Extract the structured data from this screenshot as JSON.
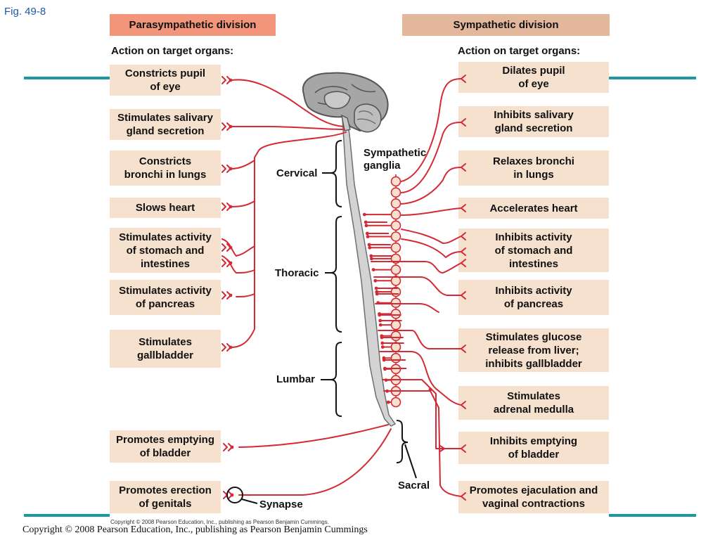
{
  "figure_label": "Fig. 49-8",
  "parasympathetic": {
    "header": "Parasympathetic division",
    "subheader": "Action on target organs:",
    "actions": [
      "Constricts pupil\nof eye",
      "Stimulates salivary\ngland secretion",
      "Constricts\nbronchi in lungs",
      "Slows heart",
      "Stimulates activity\nof stomach and\nintestines",
      "Stimulates activity\nof pancreas",
      "Stimulates\ngallbladder",
      "Promotes emptying\nof bladder",
      "Promotes erection\nof genitals"
    ]
  },
  "sympathetic": {
    "header": "Sympathetic division",
    "subheader": "Action on target organs:",
    "actions": [
      "Dilates pupil\nof eye",
      "Inhibits salivary\ngland secretion",
      "Relaxes bronchi\nin lungs",
      "Accelerates heart",
      "Inhibits activity\nof stomach and\nintestines",
      "Inhibits activity\nof pancreas",
      "Stimulates glucose\nrelease from liver;\ninhibits gallbladder",
      "Stimulates\nadrenal medulla",
      "Inhibits emptying\nof bladder",
      "Promotes ejaculation and\nvaginal contractions"
    ]
  },
  "labels": {
    "sympathetic_ganglia": "Sympathetic\nganglia",
    "cervical": "Cervical",
    "thoracic": "Thoracic",
    "lumbar": "Lumbar",
    "sacral": "Sacral",
    "synapse": "Synapse"
  },
  "copyright_small": "Copyright © 2008 Pearson Education, Inc., publishing as Pearson Benjamin Cummings.",
  "copyright": "Copyright © 2008 Pearson Education, Inc., publishing as Pearson Benjamin Cummings",
  "colors": {
    "nerve": "#d42a35",
    "box_fill": "#f6e1cf",
    "para_header": "#f2957a",
    "symp_header": "#e2b79c",
    "teal_rule": "#1a9aa0",
    "cord": "#d3d3d3",
    "brain": "#a6a6a6"
  }
}
